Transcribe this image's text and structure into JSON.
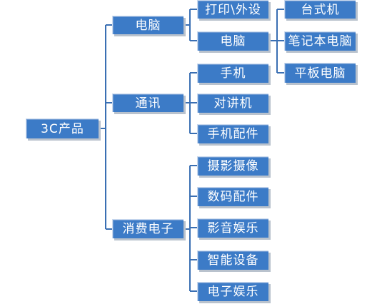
{
  "tree": {
    "root": "3C产品",
    "categories": [
      {
        "label": "电脑",
        "children": [
          {
            "label": "打印\\外设",
            "children": []
          },
          {
            "label": "电脑",
            "children": [
              "台式机",
              "笔记本电脑",
              "平板电脑"
            ]
          }
        ]
      },
      {
        "label": "通讯",
        "children": [
          {
            "label": "手机",
            "children": []
          },
          {
            "label": "对讲机",
            "children": []
          },
          {
            "label": "手机配件",
            "children": []
          }
        ]
      },
      {
        "label": "消费电子",
        "children": [
          {
            "label": "摄影摄像",
            "children": []
          },
          {
            "label": "数码配件",
            "children": []
          },
          {
            "label": "影音娱乐",
            "children": []
          },
          {
            "label": "智能设备",
            "children": []
          },
          {
            "label": "电子娱乐",
            "children": []
          }
        ]
      }
    ]
  },
  "colors": {
    "node_fill": "#3c7bc7",
    "node_text": "#ffffff",
    "connector": "#3a6fb3"
  }
}
